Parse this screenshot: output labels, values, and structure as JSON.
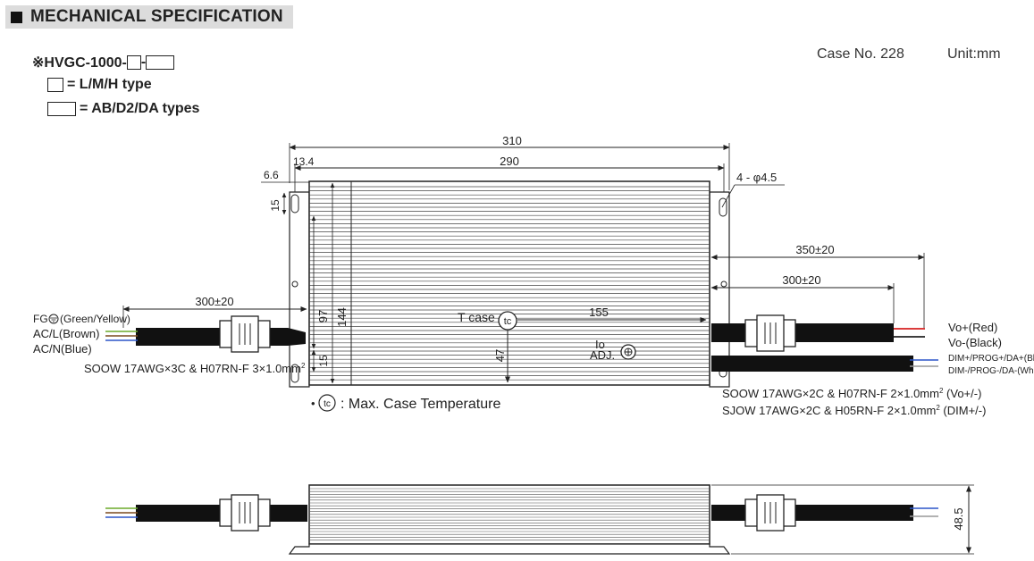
{
  "header": {
    "title": "MECHANICAL SPECIFICATION"
  },
  "meta": {
    "case_no": "Case No. 228",
    "unit": "Unit:mm"
  },
  "model": {
    "prefix": "※HVGC-1000-",
    "dash": "-",
    "line1": "= L/M/H type",
    "line2": "= AB/D2/DA types"
  },
  "dimensions": {
    "overall_length": "310",
    "mount_span": "290",
    "offset_a": "13.4",
    "offset_b": "6.6",
    "slot_height": "15",
    "hole_spec": "4 - φ4.5",
    "output_cable_long": "350±20",
    "output_cable_short": "300±20",
    "input_cable": "300±20",
    "inner_height": "97",
    "width": "144",
    "bottom_offset": "15",
    "tc_vertical": "47",
    "tc_horizontal": "155",
    "height": "48.5"
  },
  "labels": {
    "tcase": "T case",
    "tc": "tc",
    "io": "Io",
    "adj": "ADJ.",
    "input_fg": "FG",
    "input_fg_color": "(Green/Yellow)",
    "input_acl": "AC/L(Brown)",
    "input_acn": "AC/N(Blue)",
    "input_cable_spec": "SOOW 17AWG×3C & H07RN-F 3×1.0mm",
    "sup2": "2",
    "out_vplus": "Vo+(Red)",
    "out_vminus": "Vo-(Black)",
    "out_dimplus": "DIM+/PROG+/DA+(Blue)",
    "out_dimminus": "DIM-/PROG-/DA-(White)",
    "out_cable1": "SOOW 17AWG×2C & H07RN-F 2×1.0mm",
    "out_cable1_suffix": " (Vo+/-)",
    "out_cable2": "SJOW 17AWG×2C & H05RN-F 2×1.0mm",
    "out_cable2_suffix": " (DIM+/-)",
    "tc_note_bullet": "•",
    "tc_note": ": Max. Case Temperature"
  },
  "colors": {
    "red_wire": "#d62020",
    "blue_wire": "#2b55c8",
    "brown_wire": "#7a4a1e",
    "green_yellow_wire": "#6caa2a",
    "line": "#222222"
  }
}
